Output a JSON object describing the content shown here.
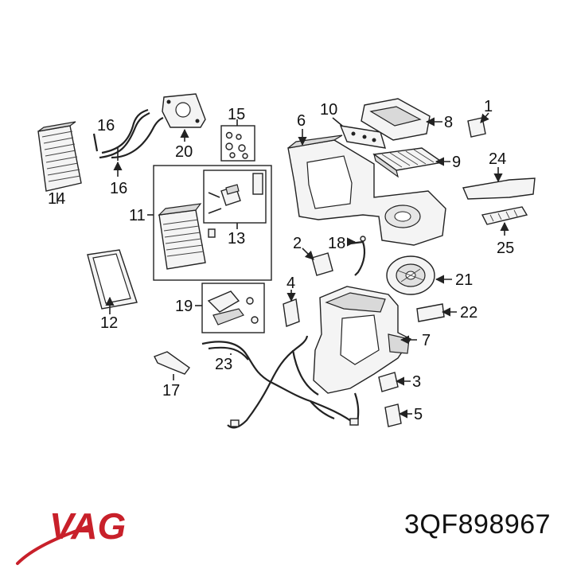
{
  "brand": {
    "logo_text": "VAG",
    "color": "#c8202a"
  },
  "part_number": "3QF898967",
  "callouts": [
    "1",
    "2",
    "3",
    "4",
    "5",
    "6",
    "7",
    "8",
    "9",
    "10",
    "11",
    "12",
    "13",
    "14",
    "15",
    "16",
    "16",
    "17",
    "18",
    "19",
    "20",
    "21",
    "22",
    "23",
    "24",
    "25"
  ],
  "colors": {
    "ink": "#222222",
    "part_fill": "#f4f4f4",
    "shade": "#d9d9d9"
  }
}
